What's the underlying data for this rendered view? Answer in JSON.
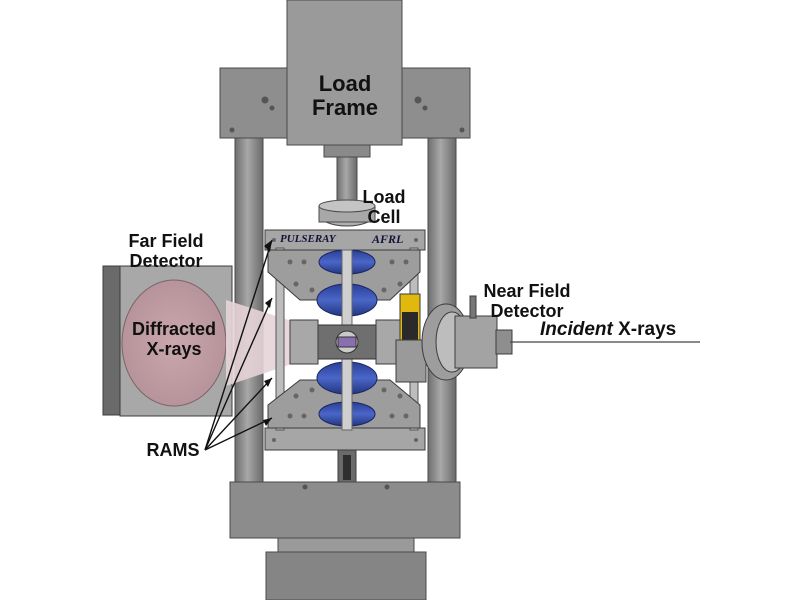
{
  "labels": {
    "load_frame": "Load Frame",
    "load_cell": "Load Cell",
    "far_field_detector": "Far Field Detector",
    "near_field_detector": "Near Field Detector",
    "diffracted_xrays": "Diffracted X-rays",
    "incident_prefix": "Incident",
    "incident_suffix": " X-rays",
    "rams": "RAMS",
    "pulseray": "PULSERAY",
    "afrl": "AFRL"
  },
  "colors": {
    "frame_gray": "#8f8f8f",
    "frame_dark": "#5f5f5f",
    "ram_blue": "#2f47a8",
    "detector_face": "#c9a4ab",
    "detector_side": "#7b7b7b",
    "beam": "#e7d5d8",
    "sensor_yellow": "#e1b80d"
  }
}
